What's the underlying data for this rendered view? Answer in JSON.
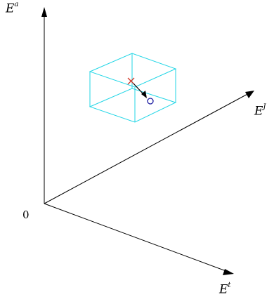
{
  "axes": {
    "vertical": {
      "base": "E",
      "sup": "a"
    },
    "right": {
      "base": "E",
      "sup": "J"
    },
    "bottom": {
      "base": "E",
      "sup": "t"
    }
  },
  "origin_label": "0",
  "colors": {
    "axis": "#000000",
    "box": "#22d6e6",
    "current_marker": "#d23a2a",
    "target_marker": "#1a1aa0",
    "arrow": "#000000"
  },
  "markers": {
    "current": "cross-marker",
    "target": "circle-marker"
  }
}
